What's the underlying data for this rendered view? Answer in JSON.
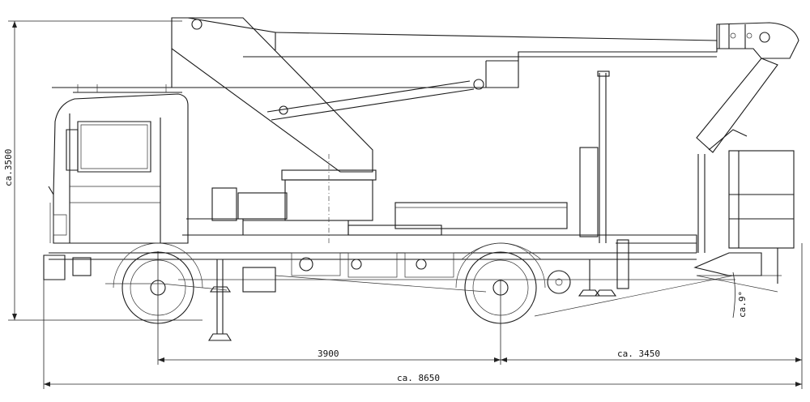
{
  "dimensions": {
    "height": "ca.3500",
    "wheelbase": "3900",
    "rear_overhang": "ca. 3450",
    "total_length": "ca. 8650",
    "angle": "ca.9°"
  }
}
